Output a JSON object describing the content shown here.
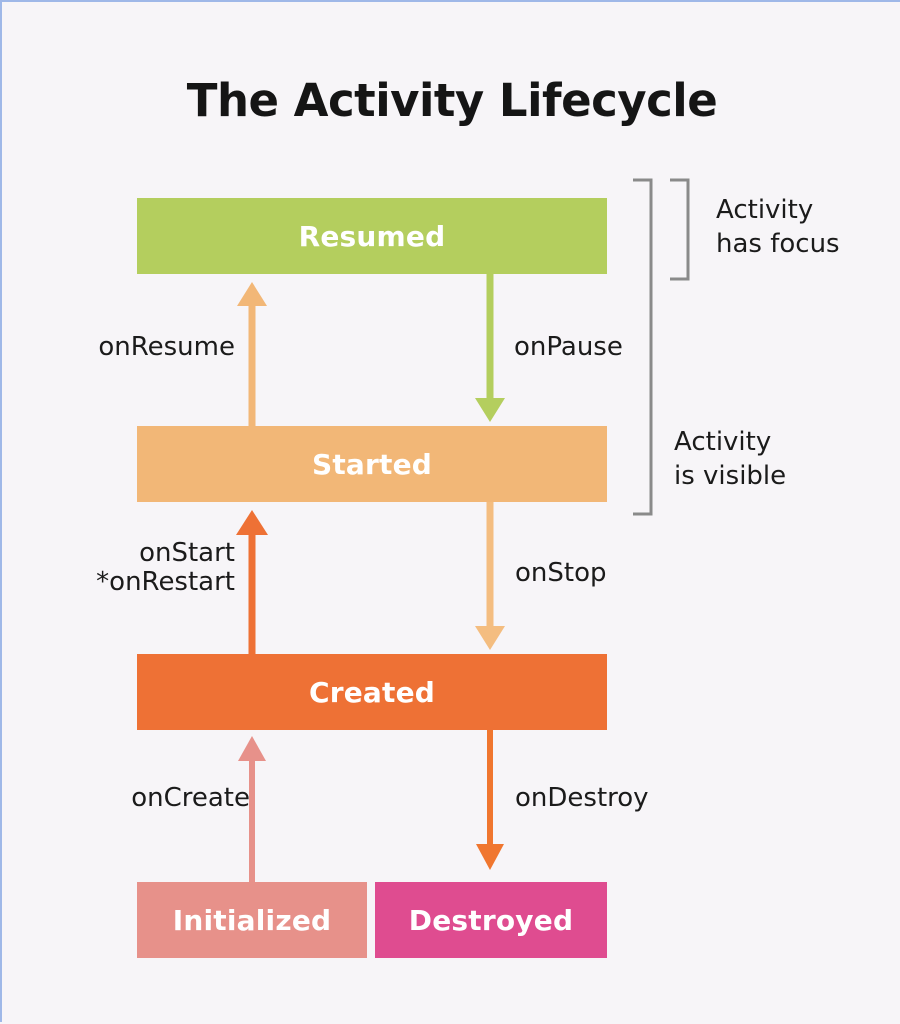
{
  "diagram": {
    "title": "The Activity Lifecycle",
    "type": "state-lifecycle-diagram",
    "background_color": "#f7f5f8",
    "border_color": "#9fb8e8"
  },
  "states": [
    {
      "id": "resumed",
      "label": "Resumed",
      "color": "#b4ce5e"
    },
    {
      "id": "started",
      "label": "Started",
      "color": "#f2b777"
    },
    {
      "id": "created",
      "label": "Created",
      "color": "#ee7135"
    },
    {
      "id": "initialized",
      "label": "Initialized",
      "color": "#e7918a"
    },
    {
      "id": "destroyed",
      "label": "Destroyed",
      "color": "#df4c90"
    }
  ],
  "transitions": [
    {
      "id": "onresume",
      "label": "onResume",
      "from": "started",
      "to": "resumed",
      "direction": "up",
      "color": "#f2b777"
    },
    {
      "id": "onpause",
      "label": "onPause",
      "from": "resumed",
      "to": "started",
      "direction": "down",
      "color": "#b4ce5e"
    },
    {
      "id": "onstart",
      "label": "onStart\n*onRestart",
      "from": "created",
      "to": "started",
      "direction": "up",
      "color": "#ee7135"
    },
    {
      "id": "onstop",
      "label": "onStop",
      "from": "started",
      "to": "created",
      "direction": "down",
      "color": "#f4bd80"
    },
    {
      "id": "oncreate",
      "label": "onCreate",
      "from": "initialized",
      "to": "created",
      "direction": "up",
      "color": "#e7918a"
    },
    {
      "id": "ondestroy",
      "label": "onDestroy",
      "from": "created",
      "to": "destroyed",
      "direction": "down",
      "color": "#f0762f"
    }
  ],
  "transition_labels": {
    "onresume": "onResume",
    "onpause": "onPause",
    "onstart_line1": "onStart",
    "onstart_line2": "*onRestart",
    "onstop": "onStop",
    "oncreate": "onCreate",
    "ondestroy": "onDestroy"
  },
  "annotations": [
    {
      "id": "has-focus",
      "line1": "Activity",
      "line2": "has focus",
      "covers": [
        "resumed"
      ],
      "bracket_color": "#8a8a8a"
    },
    {
      "id": "is-visible",
      "line1": "Activity",
      "line2": "is visible",
      "covers": [
        "resumed",
        "started"
      ],
      "bracket_color": "#8a8a8a"
    }
  ]
}
